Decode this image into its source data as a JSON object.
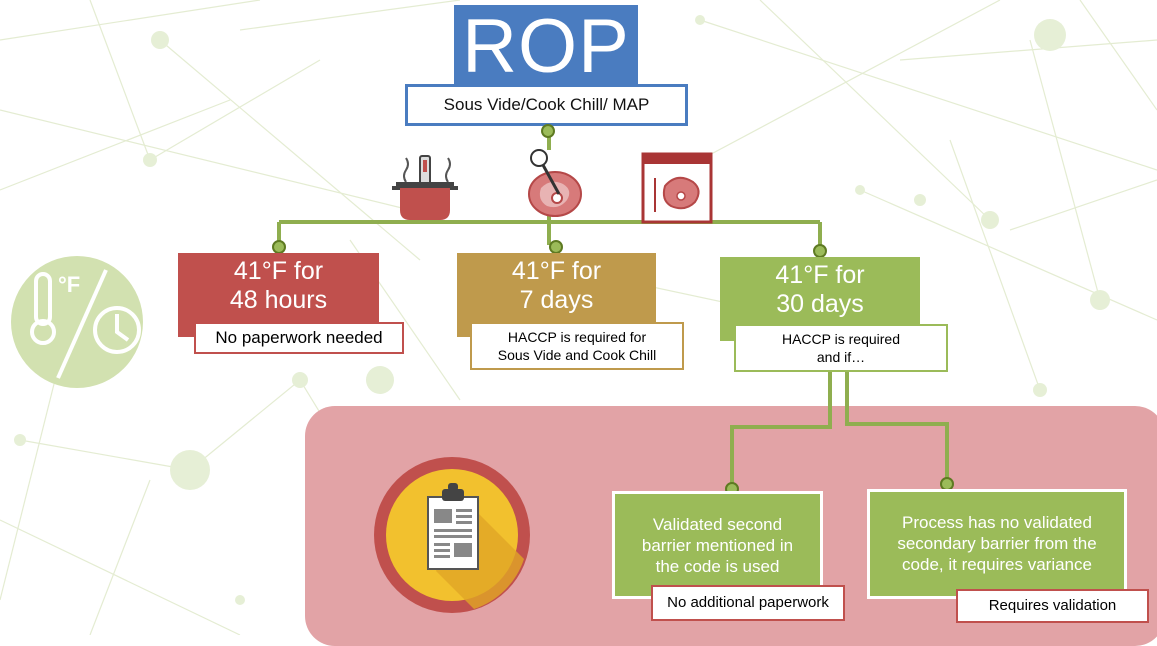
{
  "title": "ROP",
  "subtitle": "Sous Vide/Cook Chill/ MAP",
  "icons": [
    "cooking-pot-icon",
    "thermometer-steak-icon",
    "vacuum-packed-meat-icon",
    "temperature-time-icon",
    "clipboard-icon"
  ],
  "colors": {
    "red": "#c0504d",
    "gold": "#bf9a4c",
    "green": "#9bbb59",
    "blue": "#4a7cc0",
    "pink_panel": "#e2a3a6"
  },
  "categories": [
    {
      "heading_line1": "41°F for",
      "heading_line2": "48 hours",
      "note": "No paperwork needed"
    },
    {
      "heading_line1": "41°F for",
      "heading_line2": "7 days",
      "note_line1": "HACCP is required for",
      "note_line2": "Sous Vide and Cook Chill"
    },
    {
      "heading_line1": "41°F for",
      "heading_line2": "30 days",
      "note_line1": "HACCP is required",
      "note_line2": "and if…"
    }
  ],
  "branches": [
    {
      "text_line1": "Validated second",
      "text_line2": "barrier mentioned in",
      "text_line3": "the code is used",
      "note": "No additional paperwork"
    },
    {
      "text_line1": "Process has no validated",
      "text_line2": "secondary barrier from the",
      "text_line3": "code, it requires variance",
      "note": "Requires validation"
    }
  ]
}
